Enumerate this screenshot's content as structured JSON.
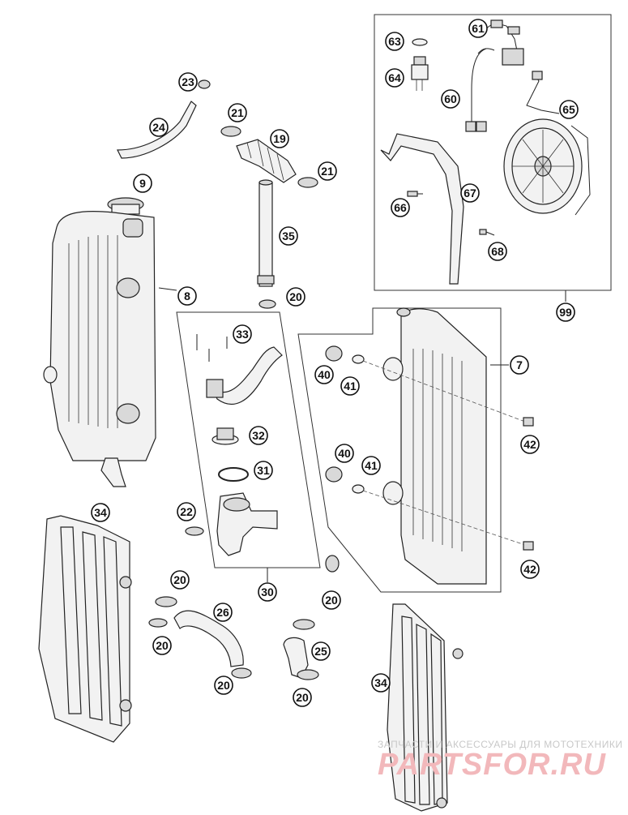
{
  "callouts": [
    {
      "id": "c23",
      "label": "23"
    },
    {
      "id": "c24",
      "label": "24"
    },
    {
      "id": "c21a",
      "label": "21"
    },
    {
      "id": "c19",
      "label": "19"
    },
    {
      "id": "c21b",
      "label": "21"
    },
    {
      "id": "c9",
      "label": "9"
    },
    {
      "id": "c35",
      "label": "35"
    },
    {
      "id": "c8",
      "label": "8"
    },
    {
      "id": "c20a",
      "label": "20"
    },
    {
      "id": "c33",
      "label": "33"
    },
    {
      "id": "c32",
      "label": "32"
    },
    {
      "id": "c31",
      "label": "31"
    },
    {
      "id": "c22",
      "label": "22"
    },
    {
      "id": "c30",
      "label": "30"
    },
    {
      "id": "c34a",
      "label": "34"
    },
    {
      "id": "c20b",
      "label": "20"
    },
    {
      "id": "c26",
      "label": "26"
    },
    {
      "id": "c20c",
      "label": "20"
    },
    {
      "id": "c20d",
      "label": "20"
    },
    {
      "id": "c20e",
      "label": "20"
    },
    {
      "id": "c25",
      "label": "25"
    },
    {
      "id": "c20f",
      "label": "20"
    },
    {
      "id": "c63",
      "label": "63"
    },
    {
      "id": "c61",
      "label": "61"
    },
    {
      "id": "c64",
      "label": "64"
    },
    {
      "id": "c60",
      "label": "60"
    },
    {
      "id": "c65",
      "label": "65"
    },
    {
      "id": "c66",
      "label": "66"
    },
    {
      "id": "c67",
      "label": "67"
    },
    {
      "id": "c68",
      "label": "68"
    },
    {
      "id": "c99",
      "label": "99"
    },
    {
      "id": "c7",
      "label": "7"
    },
    {
      "id": "c40a",
      "label": "40"
    },
    {
      "id": "c41a",
      "label": "41"
    },
    {
      "id": "c42a",
      "label": "42"
    },
    {
      "id": "c40b",
      "label": "40"
    },
    {
      "id": "c41b",
      "label": "41"
    },
    {
      "id": "c42b",
      "label": "42"
    },
    {
      "id": "c34b",
      "label": "34"
    }
  ],
  "watermark": {
    "tagline": "ЗАПЧАСТИ И АКСЕССУАРЫ ДЛЯ МОТОТЕХНИКИ",
    "brand": "PARTSFOR.RU"
  }
}
